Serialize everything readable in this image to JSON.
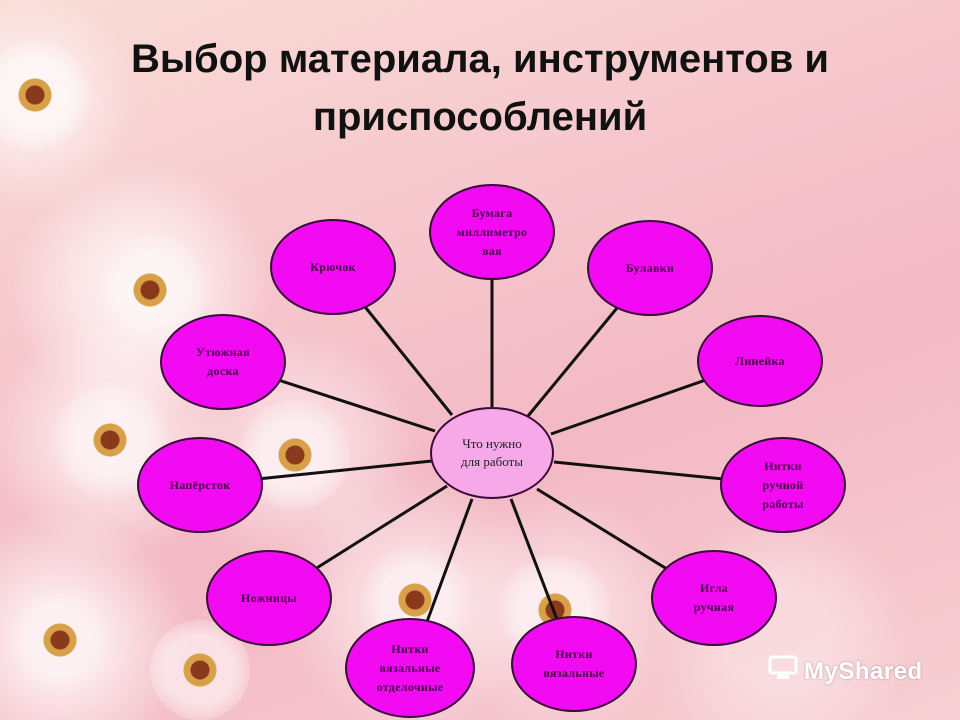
{
  "title": {
    "line1": "Выбор материала, инструментов и",
    "line2": "приспособлений"
  },
  "center": {
    "label": "Что нужно\nдля работы"
  },
  "nodes": [
    {
      "id": "paper",
      "label": "Бумага\nмиллиметро\nвая"
    },
    {
      "id": "pins",
      "label": "Булавки"
    },
    {
      "id": "ruler",
      "label": "Линейка"
    },
    {
      "id": "hand-threads",
      "label": "Нитки\nручной\nработы"
    },
    {
      "id": "hand-needle",
      "label": "Игла\nручная"
    },
    {
      "id": "knit-threads",
      "label": "Нитки\nвязальные"
    },
    {
      "id": "knit-finish-threads",
      "label": "Нитки\nвязальные\nотделочные"
    },
    {
      "id": "scissors",
      "label": "Ножницы"
    },
    {
      "id": "thimble",
      "label": "Напёрсток"
    },
    {
      "id": "ironing-board",
      "label": "Утюжная\nдоска"
    },
    {
      "id": "hook",
      "label": "Крючок"
    }
  ],
  "watermark": {
    "text": "MyShared",
    "icon": "projector-icon"
  },
  "colors": {
    "node_fill": "#f20bf2",
    "center_fill": "#f6a8e8",
    "line": "#111111"
  }
}
